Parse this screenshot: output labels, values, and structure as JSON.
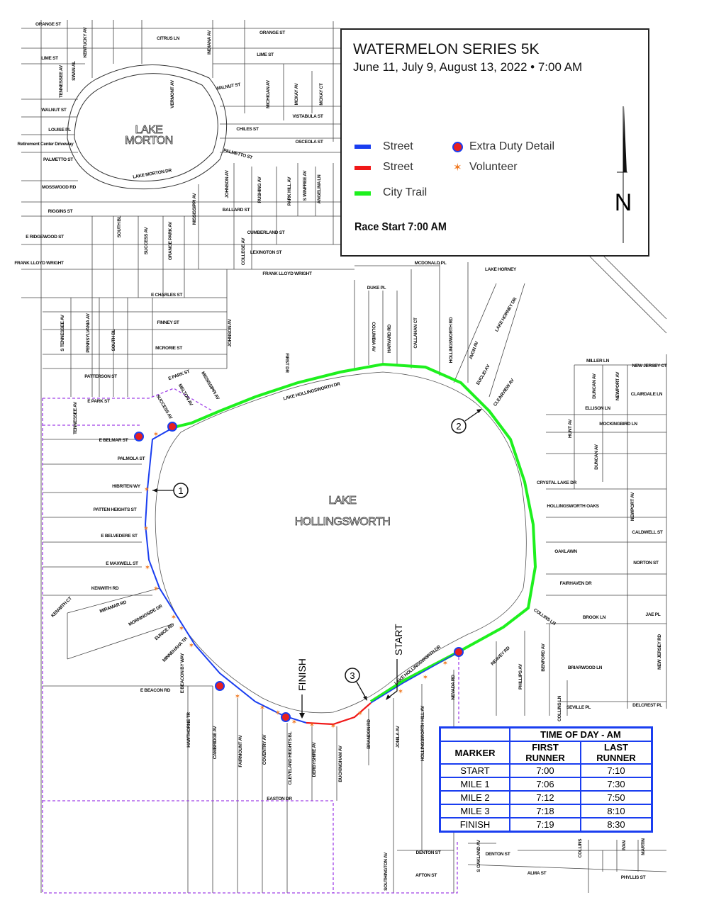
{
  "legend": {
    "title": "WATERMELON SERIES 5K",
    "subtitle": "June 11, July 9, August 13, 2022 • 7:00 AM",
    "items": [
      {
        "label": "Street",
        "color": "#1a3ef0"
      },
      {
        "label": "Street",
        "color": "#f01818"
      },
      {
        "label": "City Trail",
        "color": "#1ef01e"
      },
      {
        "label": "Extra Duty Detail",
        "color": "#e82020"
      },
      {
        "label": "Volunteer",
        "color": "#f07820"
      }
    ],
    "race_start": "Race Start 7:00 AM",
    "north": "N"
  },
  "lakes": {
    "morton": [
      "LAKE",
      "MORTON"
    ],
    "hollingsworth": [
      "LAKE",
      "HOLLINGSWORTH"
    ]
  },
  "markers": {
    "start": "START",
    "finish": "FINISH",
    "mile1": "1",
    "mile2": "2",
    "mile3": "3"
  },
  "streets": [
    "ORANGE ST",
    "KENTUCKY AV",
    "CITRUS LN",
    "INDIANA AV",
    "ORANGE ST",
    "LIME ST",
    "SWAN AL",
    "TENNESSEE AV",
    "LIME ST",
    "VERMONT AV",
    "WALNUT ST",
    "MICHIGAN AV",
    "MCKAY AV",
    "MCKAY CT",
    "WALNUT ST",
    "VISTABULA ST",
    "CHILES ST",
    "LOUISE PL",
    "Retirement Center Driveway",
    "OSCEOLA ST",
    "PALMETTO ST",
    "PALMETTO ST",
    "LAKE MORTON DR",
    "MOSSWOOD RD",
    "JOHNSON AV",
    "RUSHING AV",
    "PARK HILL AV",
    "S WINFREE AV",
    "ANGELINA LN",
    "MISSISSIPPI AV",
    "RIGGINS ST",
    "BALLARD ST",
    "SOUTH BL",
    "SUCCESS AV",
    "ORANGE PARK AV",
    "E RIDGEWOOD ST",
    "CUMBERLAND ST",
    "COLLEGE AV",
    "LEXINGTON ST",
    "FRANK LLOYD WRIGHT",
    "FRANK LLOYD WRIGHT",
    "MCDONALD PL",
    "LAKE HORNEY",
    "DUKE PL",
    "E CHARLES ST",
    "LAKE HORNEY DR",
    "S TENNESSEE AV",
    "PENNSYLVANIA AV",
    "SOUTH BL",
    "FINNEY ST",
    "JOHNSON AV",
    "COLUMBIA AV",
    "HARVARD RD",
    "CALLAHAN CT",
    "HOLLINGSWORTH RD",
    "MCRORIE ST",
    "AVON AV",
    "EUCLID AV",
    "MILLER LN",
    "NEW JERSEY CT",
    "PATTERSON ST",
    "E PARK ST",
    "MISSISSIPPI AV",
    "MELTON AV",
    "LAKE HOLLINGSWORTH DR",
    "CLEARVIEW AV",
    "DUNCAN AV",
    "NEWPORT AV",
    "CLAIRDALE LN",
    "E PARK ST",
    "SUCCESS AV",
    "TENNESSEE AV",
    "ELLISON LN",
    "HUNT AV",
    "MOCKINGBIRD LN",
    "E BELMAR ST",
    "DUNCAN AV",
    "PALMOLA ST",
    "CRYSTAL LAKE DR",
    "HIBRITEN WY",
    "NEWPORT AV",
    "HOLLINGSWORTH OAKS",
    "PATTEN HEIGHTS ST",
    "CALDWELL ST",
    "E BELVEDERE ST",
    "OAKLAWN",
    "NORTON ST",
    "E MAXWELL ST",
    "FAIRHAVEN DR",
    "KENWITH RD",
    "KENWITH CT",
    "MIRAMAR RD",
    "MORNINGSIDE DR",
    "COLLINS LN",
    "BROOK LN",
    "JAE PL",
    "EUNICE RD",
    "MINNEHAHA TR",
    "REAVEY RD",
    "BENFORD AV",
    "PHILLIPS AV",
    "BRIARWOOD LN",
    "NEW JERSEY RD",
    "E BEACON BY WAY",
    "E BEACON RD",
    "NEVADA RD",
    "COLLINS LN",
    "SEVILLE PL",
    "DELCREST PL",
    "HAWTHORNE TR",
    "CAMBRIDGE AV",
    "FAIRMOUNT AV",
    "COVENTRY AV",
    "CLEVELAND HEIGHTS BL",
    "DERBYSHIRE AV",
    "BUCKINGHAM AV",
    "BRANDON RD",
    "JONILA AV",
    "HOLLINGSWORTH HILL AV",
    "EASTON DR",
    "DENTON ST",
    "DENTON ST",
    "S OAKLAND AV",
    "COLLINS",
    "IVAN",
    "MARTIN",
    "SOUTHINGTON AV",
    "AFTON ST",
    "ALMA ST",
    "PHYLLIS ST",
    "LAKE HOLLINGSWORTH DR",
    "FIRST DR"
  ],
  "timetable": {
    "group_header": "TIME OF DAY - AM",
    "headers": [
      "MARKER",
      "FIRST RUNNER",
      "LAST RUNNER"
    ],
    "rows": [
      [
        "START",
        "7:00",
        "7:10"
      ],
      [
        "MILE 1",
        "7:06",
        "7:30"
      ],
      [
        "MILE 2",
        "7:12",
        "7:50"
      ],
      [
        "MILE 3",
        "7:18",
        "8:10"
      ],
      [
        "FINISH",
        "7:19",
        "8:30"
      ]
    ]
  }
}
